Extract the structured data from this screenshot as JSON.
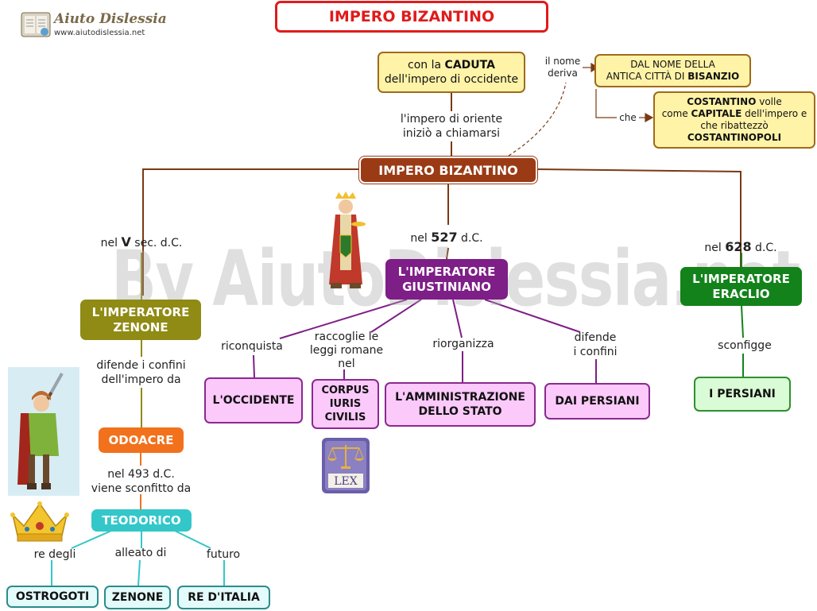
{
  "logo": {
    "title": "Aiuto Dislessia",
    "url": "www.aiutodislessia.net"
  },
  "watermark": "By AiutoDislessia.net",
  "title": "IMPERO BIZANTINO",
  "nodes": {
    "caduta": {
      "pre": "con la ",
      "bold": "CADUTA",
      "line2": "dell'impero di occidente"
    },
    "nome": {
      "line1": "DAL NOME DELLA",
      "line2_pre": "ANTICA CITTÀ DI ",
      "line2_bold": "BISANZIO"
    },
    "costantino": {
      "l1_bold": "COSTANTINO",
      "l1_rest": " volle",
      "l2_pre": "come ",
      "l2_bold": "CAPITALE",
      "l2_rest": " dell'impero e",
      "l3": "che ribattezzò",
      "l4_bold": "COSTANTINOPOLI"
    },
    "impero": "IMPERO BIZANTINO",
    "zenone_imp": {
      "line1": "L'IMPERATORE",
      "line2": "ZENONE"
    },
    "giustiniano": {
      "line1": "L'IMPERATORE",
      "line2": "GIUSTINIANO"
    },
    "eraclio": {
      "line1": "L'IMPERATORE",
      "line2": "ERACLIO"
    },
    "odoacre": "ODOACRE",
    "teodorico": "TEODORICO",
    "ostrogoti": "OSTROGOTI",
    "zenone": "ZENONE",
    "re_italia": "RE D'ITALIA",
    "occidente": "L'OCCIDENTE",
    "corpus": {
      "line1": "CORPUS",
      "line2": "IURIS",
      "line3": "CIVILIS"
    },
    "amministrazione": {
      "line1": "L'AMMINISTRAZIONE",
      "line2": "DELLO STATO"
    },
    "dai_persiani": "DAI PERSIANI",
    "i_persiani": "I PERSIANI"
  },
  "labels": {
    "il_nome": {
      "line1": "il nome",
      "line2": "deriva"
    },
    "che": "che",
    "impero_oriente": {
      "line1": "l'impero di oriente",
      "line2": "iniziò a chiamarsi"
    },
    "v_sec": {
      "pre": "nel ",
      "big": "V",
      "post": " sec. d.C."
    },
    "n527": {
      "pre": "nel ",
      "big": "527",
      "post": " d.C."
    },
    "n628": {
      "pre": "nel ",
      "big": "628",
      "post": " d.C."
    },
    "difende_confini_impero": {
      "line1": "difende i confini",
      "line2": "dell'impero da"
    },
    "n493": {
      "line1": "nel 493 d.C.",
      "line2": "viene sconfitto da"
    },
    "re_degli": "re degli",
    "alleato_di": "alleato di",
    "futuro": "futuro",
    "riconquista": "riconquista",
    "raccoglie": {
      "line1": "raccoglie le",
      "line2": "leggi romane",
      "line3": "nel"
    },
    "riorganizza": "riorganizza",
    "difende": {
      "line1": "difende",
      "line2": "i confini"
    },
    "sconfigge": "sconfigge"
  },
  "lex_label": "LEX",
  "colors": {
    "title": "#e01b1b",
    "impero": "#9a3b16",
    "giustiniano": "#7e1e87",
    "zenone": "#8f8b14",
    "eraclio": "#13821b",
    "odoacre": "#f2711c",
    "teodorico": "#33c7c9",
    "note": "#fff3a8"
  }
}
